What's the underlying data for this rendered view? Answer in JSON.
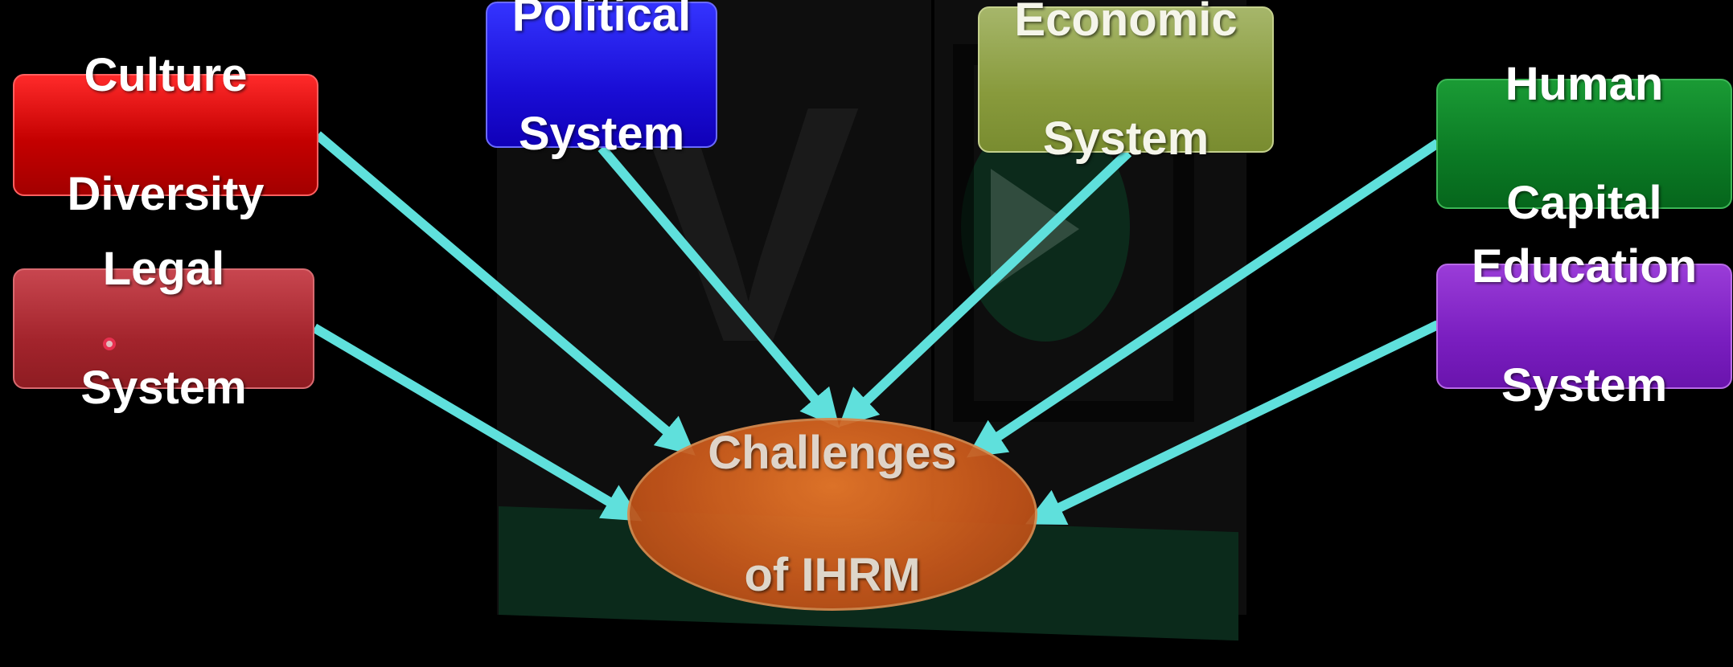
{
  "diagram": {
    "nodes": [
      {
        "id": "culture",
        "lines": [
          "Culture",
          "Diversity"
        ],
        "color": "#d40000"
      },
      {
        "id": "legal",
        "lines": [
          "Legal",
          "System"
        ],
        "color": "#a52a32"
      },
      {
        "id": "political",
        "lines": [
          "Political",
          "System"
        ],
        "color": "#1f10dd"
      },
      {
        "id": "economic",
        "lines": [
          "Economic",
          "System"
        ],
        "color": "#8a9c40"
      },
      {
        "id": "human",
        "lines": [
          "Human",
          "Capital"
        ],
        "color": "#0b7a24"
      },
      {
        "id": "education",
        "lines": [
          "Education",
          "System"
        ],
        "color": "#7a1ec0"
      }
    ],
    "center": {
      "lines": [
        "Challenges",
        "of IHRM"
      ],
      "color": "#c8561a"
    },
    "arrow_color": "#5fe0dc",
    "edges": [
      {
        "from": "culture",
        "to": "center"
      },
      {
        "from": "legal",
        "to": "center"
      },
      {
        "from": "political",
        "to": "center"
      },
      {
        "from": "economic",
        "to": "center"
      },
      {
        "from": "human",
        "to": "center"
      },
      {
        "from": "education",
        "to": "center"
      }
    ]
  },
  "background_color": "#000000"
}
